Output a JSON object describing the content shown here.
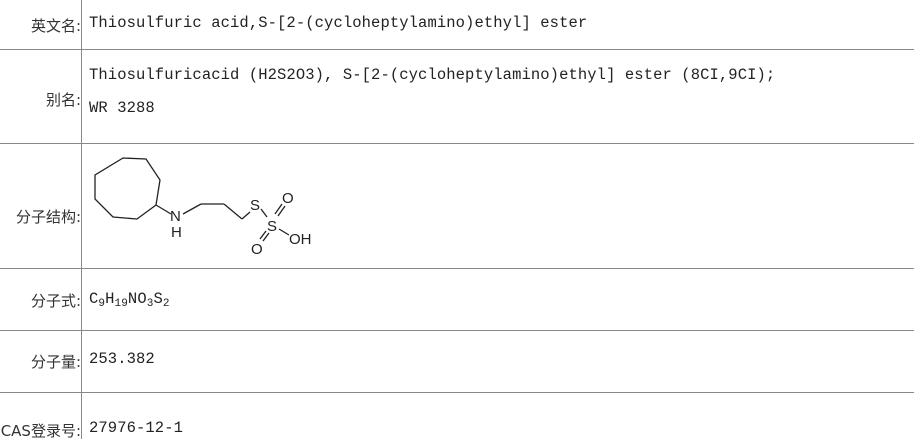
{
  "rows": {
    "english_name": {
      "label": "英文名:",
      "value": "Thiosulfuric acid,S-[2-(cycloheptylamino)ethyl] ester"
    },
    "alias": {
      "label": "别名:",
      "line1": "Thiosulfuricacid (H2S2O3), S-[2-(cycloheptylamino)ethyl] ester (8CI,9CI);",
      "line2": "WR 3288"
    },
    "structure": {
      "label": "分子结构:",
      "atoms": {
        "n": "N",
        "h": "H",
        "s1": "S",
        "s2": "S",
        "o_top": "O",
        "o_bottom": "O",
        "oh": "OH"
      }
    },
    "formula": {
      "label": "分子式:",
      "parts": {
        "c": "C",
        "c_n": "9",
        "h": "H",
        "h_n": "19",
        "n": "N",
        "o": "O",
        "o_n": "3",
        "s": "S",
        "s_n": "2"
      }
    },
    "mol_weight": {
      "label": "分子量:",
      "value": "253.382"
    },
    "cas": {
      "label": "CAS登录号:",
      "value": "27976-12-1"
    }
  },
  "colors": {
    "border": "#888888",
    "text": "#222222"
  }
}
